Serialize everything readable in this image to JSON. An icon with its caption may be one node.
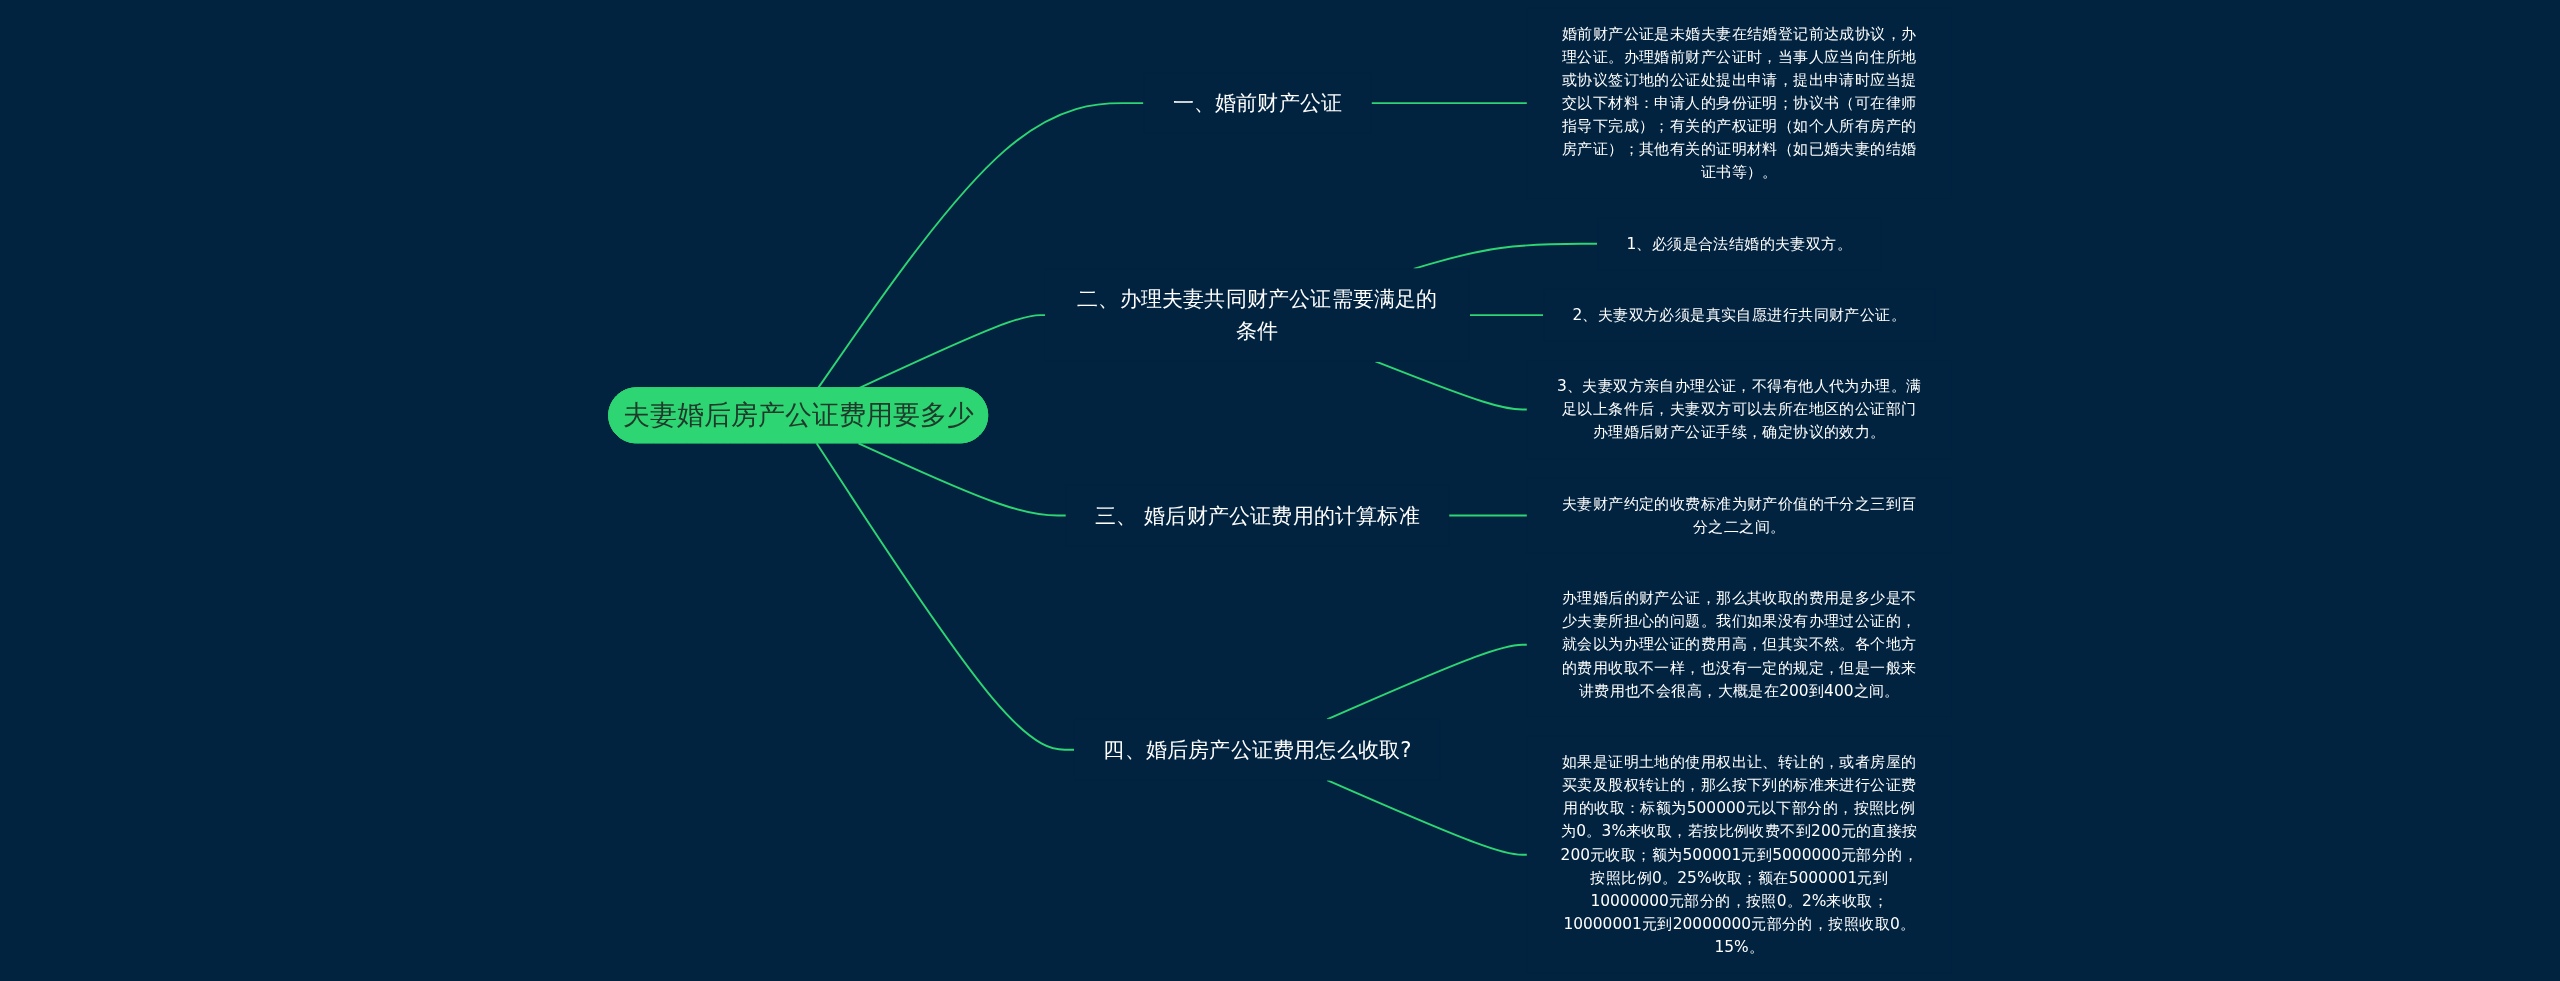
{
  "diagram": {
    "nodes": [
      {
        "text": [
          "夫妻婚后房产公证费用要多少"
        ]
      },
      {
        "text": [
          "一、婚前财产公证"
        ]
      },
      {
        "text": [
          "婚前财产公证是未婚夫妻在结婚登记前达成协议，办理公证。办理婚前财产公证时，当事人应当向住所地或协议签订地的公证处提出申请，提出申请时应当提交以下材料：申请人的身份证明；协议书（可在律师指导下完成）；有关的产权证明（如个人所有房产的房产证）；其他有关的证明材料（如已婚夫妻的结婚证书等）。"
        ]
      },
      {
        "text": [
          "二、办理夫妻共同财产公证需要满足的条件"
        ]
      },
      {
        "text": [
          "1、必须是合法结婚的夫妻双方。"
        ]
      },
      {
        "text": [
          "2、夫妻双方必须是真实自愿进行共同财产公证。"
        ]
      },
      {
        "text": [
          "3、夫妻双方亲自办理公证，不得有他人代为办理。满足以上条件后，夫妻双方可以去所在地区的公证部门办理婚后财产公证手续，确定协议的效力。"
        ]
      },
      {
        "text": [
          "三、 婚后财产公证费用的计算标准"
        ]
      },
      {
        "text": [
          "夫妻财产约定的收费标准为财产价值的千分之三到百分之二之间。"
        ]
      },
      {
        "text": [
          "四、婚后房产公证费用怎么收取?"
        ]
      },
      {
        "text": [
          "办理婚后的财产公证，那么其收取的费用是多少是不少夫妻所担心的问题。我们如果没有办理过公证的，就会以为办理公证的费用高，但其实不然。各个地方的费用收取不一样，也没有一定的规定，但是一般来讲费用也不会很高，大概是在200到400之间。"
        ]
      },
      {
        "text": [
          "如果是证明土地的使用权出让、转让的，或者房屋的买卖及股权转让的，那么按下列的标准来进行公证费用的收取：标额为500000元以下部分的，按照比例为0。3%来收取，若按比例收费不到200元的直接按200元收取；额为500001元到5000000元部分的，按照比例0。25%收取；额在5000001元到10000000元部分的，按照0。2%来收取；10000001元到20000000元部分的，按照收取0。15%。"
        ]
      }
    ],
    "edges": [
      {
        "from": 0,
        "to": 1,
        "arrow": "none"
      },
      {
        "from": 1,
        "to": 2,
        "arrow": "none"
      },
      {
        "from": 0,
        "to": 3,
        "arrow": "none"
      },
      {
        "from": 3,
        "to": 4,
        "arrow": "none"
      },
      {
        "from": 3,
        "to": 5,
        "arrow": "none"
      },
      {
        "from": 3,
        "to": 6,
        "arrow": "none"
      },
      {
        "from": 0,
        "to": 7,
        "arrow": "none"
      },
      {
        "from": 7,
        "to": 8,
        "arrow": "none"
      },
      {
        "from": 0,
        "to": 9,
        "arrow": "none"
      },
      {
        "from": 9,
        "to": 10,
        "arrow": "none"
      },
      {
        "from": 9,
        "to": 11,
        "arrow": "none"
      }
    ]
  }
}
